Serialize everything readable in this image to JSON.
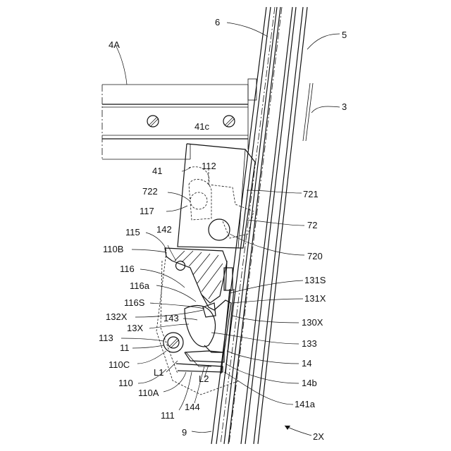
{
  "diagram": {
    "labels": [
      {
        "id": "l-6",
        "text": "6"
      },
      {
        "id": "l-5",
        "text": "5"
      },
      {
        "id": "l-4a",
        "text": "4A"
      },
      {
        "id": "l-3",
        "text": "3"
      },
      {
        "id": "l-41c",
        "text": "41c"
      },
      {
        "id": "l-41",
        "text": "41"
      },
      {
        "id": "l-112",
        "text": "112"
      },
      {
        "id": "l-722",
        "text": "722"
      },
      {
        "id": "l-721",
        "text": "721"
      },
      {
        "id": "l-117",
        "text": "117"
      },
      {
        "id": "l-72",
        "text": "72"
      },
      {
        "id": "l-115",
        "text": "115"
      },
      {
        "id": "l-142",
        "text": "142"
      },
      {
        "id": "l-110b",
        "text": "110B"
      },
      {
        "id": "l-720",
        "text": "720"
      },
      {
        "id": "l-116",
        "text": "116"
      },
      {
        "id": "l-131s",
        "text": "131S"
      },
      {
        "id": "l-116a",
        "text": "116a"
      },
      {
        "id": "l-131x",
        "text": "131X"
      },
      {
        "id": "l-116s",
        "text": "116S"
      },
      {
        "id": "l-132x",
        "text": "132X"
      },
      {
        "id": "l-143",
        "text": "143"
      },
      {
        "id": "l-130x",
        "text": "130X"
      },
      {
        "id": "l-13x",
        "text": "13X"
      },
      {
        "id": "l-113",
        "text": "113"
      },
      {
        "id": "l-133",
        "text": "133"
      },
      {
        "id": "l-11",
        "text": "11"
      },
      {
        "id": "l-110c",
        "text": "110C"
      },
      {
        "id": "l-14",
        "text": "14"
      },
      {
        "id": "l-l1",
        "text": "L1"
      },
      {
        "id": "l-110",
        "text": "110"
      },
      {
        "id": "l-14b",
        "text": "14b"
      },
      {
        "id": "l-l2",
        "text": "L2"
      },
      {
        "id": "l-110a",
        "text": "110A"
      },
      {
        "id": "l-141a",
        "text": "141a"
      },
      {
        "id": "l-111",
        "text": "111"
      },
      {
        "id": "l-144",
        "text": "144"
      },
      {
        "id": "l-9",
        "text": "9"
      },
      {
        "id": "l-2x",
        "text": "2X"
      }
    ]
  }
}
